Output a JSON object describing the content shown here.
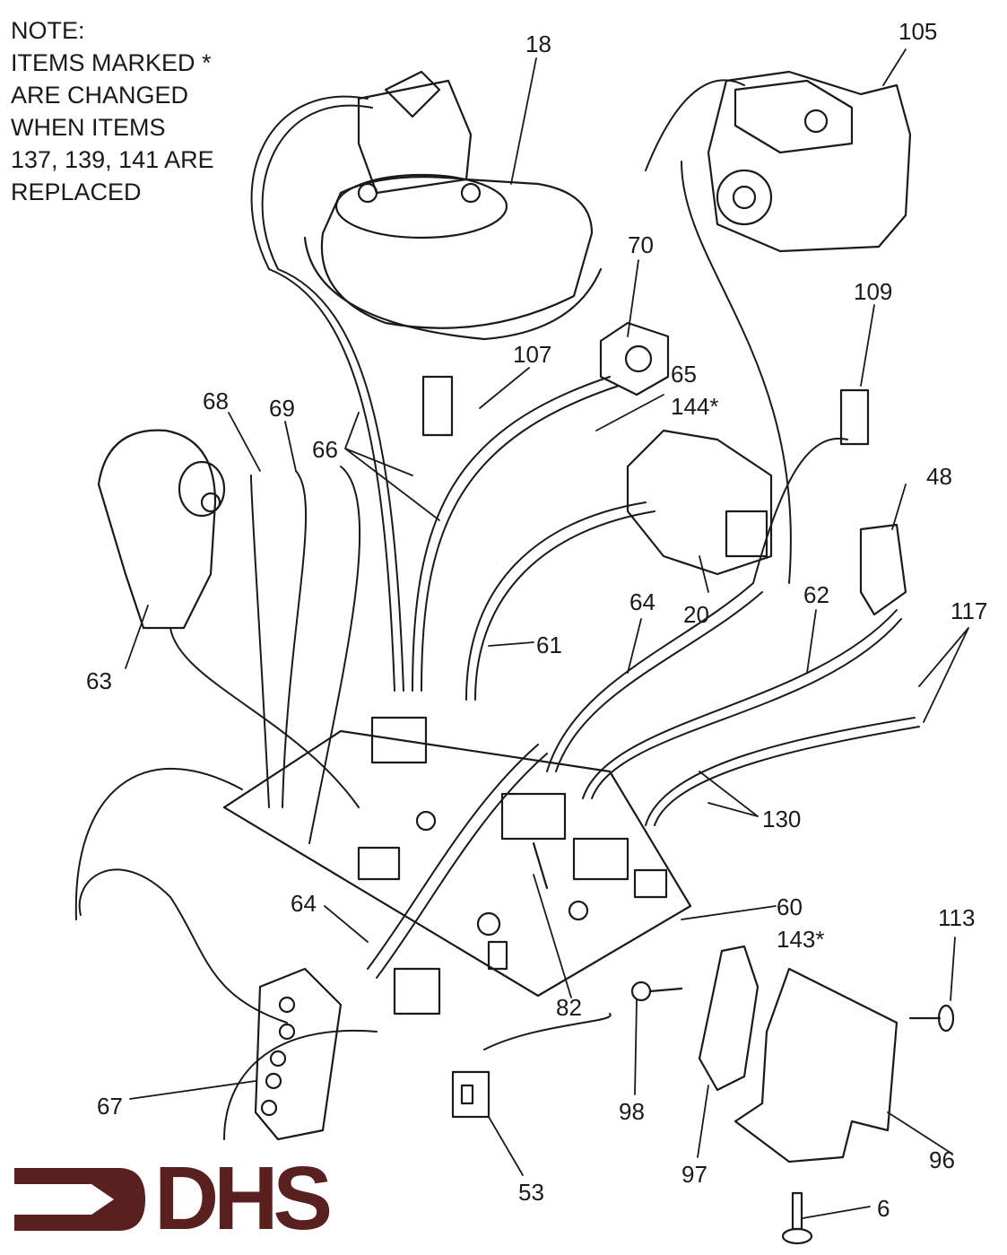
{
  "note": {
    "lines": [
      "NOTE:",
      "ITEMS MARKED *",
      "ARE CHANGED",
      "WHEN ITEMS",
      "137, 139, 141 ARE",
      "REPLACED"
    ]
  },
  "logo": {
    "text": "DHS",
    "color": "#5a1f1f"
  },
  "labels": {
    "l18": "18",
    "l105": "105",
    "l70": "70",
    "l109": "109",
    "l107": "107",
    "l65": "65",
    "l144": "144*",
    "l68": "68",
    "l69": "69",
    "l66": "66",
    "l48": "48",
    "l63": "63",
    "l20": "20",
    "l64a": "64",
    "l62": "62",
    "l61": "61",
    "l117": "117",
    "l130": "130",
    "l60": "60",
    "l143": "143*",
    "l64b": "64",
    "l113": "113",
    "l82": "82",
    "l98": "98",
    "l67": "67",
    "l97": "97",
    "l96": "96",
    "l53": "53",
    "l6": "6"
  }
}
